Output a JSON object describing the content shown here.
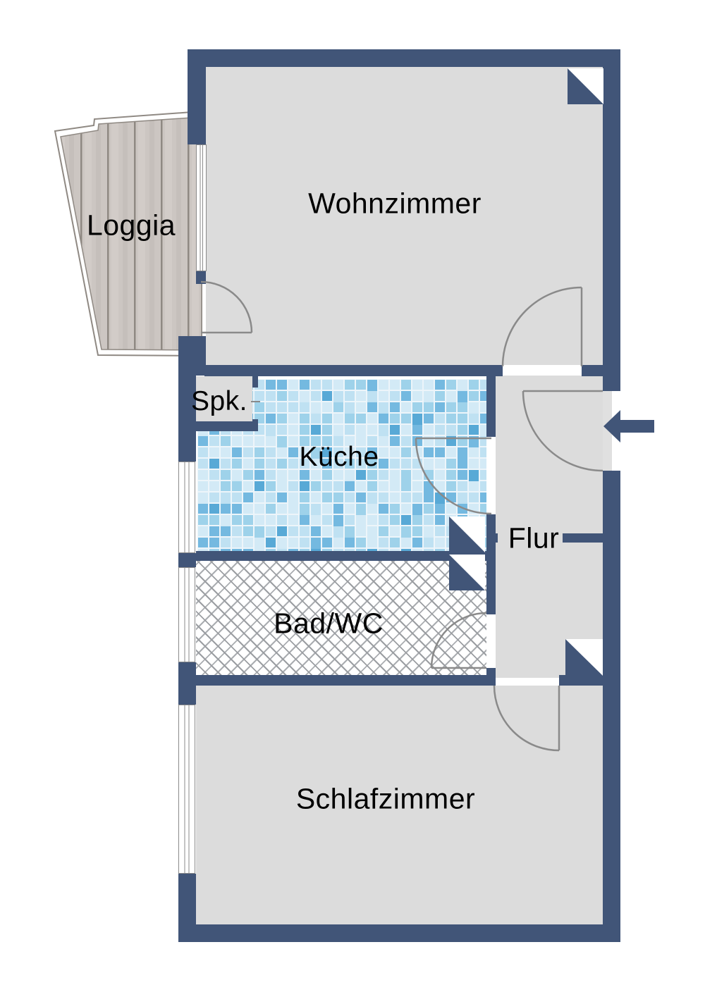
{
  "plan": {
    "type": "apartment-floor-plan",
    "language": "de"
  },
  "rooms": [
    {
      "id": "wohnzimmer",
      "label": "Wohnzimmer",
      "floor": "plain-gray"
    },
    {
      "id": "loggia",
      "label": "Loggia",
      "floor": "wood-planks"
    },
    {
      "id": "spk",
      "label": "Spk.",
      "floor": "plain-gray"
    },
    {
      "id": "kueche",
      "label": "Küche",
      "floor": "blue-mosaic-tiles"
    },
    {
      "id": "flur",
      "label": "Flur",
      "floor": "plain-gray"
    },
    {
      "id": "badwc",
      "label": "Bad/WC",
      "floor": "diagonal-crosshatch"
    },
    {
      "id": "schlafzimmer",
      "label": "Schlafzimmer",
      "floor": "plain-gray"
    }
  ],
  "markers": [
    {
      "name": "entrance-arrow",
      "meaning": "apartment entry direction, pointing left into Flur"
    },
    {
      "name": "shaft-corner-top-right",
      "meaning": "triangle shaft symbol in top-right wall corner"
    },
    {
      "name": "shaft-kueche-upper",
      "meaning": "triangle shaft symbol at Küche east wall"
    },
    {
      "name": "shaft-bad-lower",
      "meaning": "triangle shaft symbol at Bad/WC east wall"
    },
    {
      "name": "shaft-bottom-right",
      "meaning": "triangle shaft symbol at Schlafzimmer north-east corner"
    }
  ],
  "doors": [
    {
      "from": "loggia",
      "to": "wohnzimmer",
      "swing": "into Wohnzimmer"
    },
    {
      "from": "flur",
      "to": "wohnzimmer",
      "swing": "into Wohnzimmer"
    },
    {
      "from": "outside",
      "to": "flur",
      "swing": "into Flur"
    },
    {
      "from": "flur",
      "to": "kueche",
      "swing": "into Küche"
    },
    {
      "from": "flur",
      "to": "badwc",
      "swing": "into Bad/WC"
    },
    {
      "from": "flur",
      "to": "schlafzimmer",
      "swing": "into Schlafzimmer"
    },
    {
      "from": "spk",
      "to": "kueche",
      "swing": "open passage with threshold"
    }
  ],
  "colors": {
    "wall": "#415578",
    "floor_gray": "#dcdcdc",
    "outline_gray": "#8a8a8a",
    "plank_base": "#ccc6c2",
    "plank_seam": "#8f8983",
    "tile_grout": "#edf5fa",
    "tile_palette": [
      "#d3eaf6",
      "#bfe1f2",
      "#9ed2ea",
      "#74b9e0",
      "#58a9d6"
    ]
  }
}
